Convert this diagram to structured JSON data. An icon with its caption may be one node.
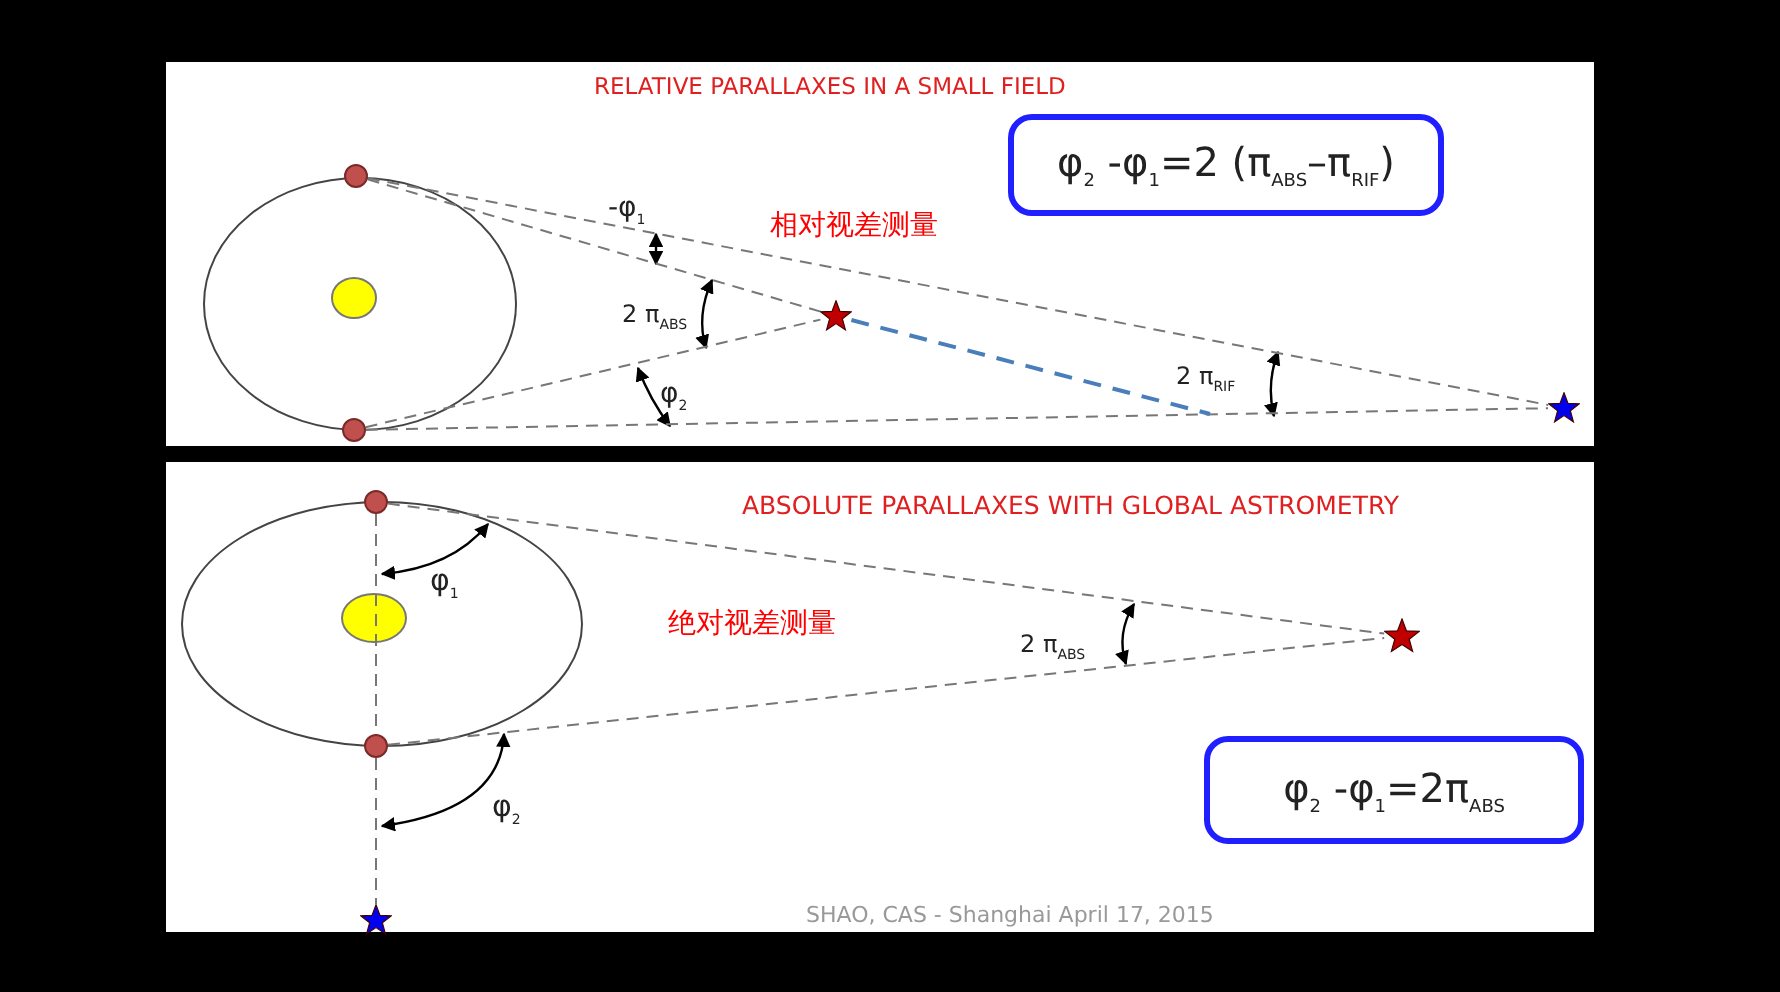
{
  "diagram": {
    "nodes": [
      {
        "text": [
          "φ$_{2}$ -φ$_{1}$=2 (π$_{ABS}$–π$_{RIF}$)"
        ]
      },
      {
        "text": [],
        "shape": "circle"
      },
      {
        "text": [],
        "shape": "star"
      },
      {
        "text": [],
        "shape": "circle"
      },
      {
        "text": [],
        "shape": "star"
      },
      {
        "text": [],
        "shape": "circle"
      },
      {
        "text": [],
        "shape": "star"
      },
      {
        "text": [
          "φ$_{2}$ -φ$_{1}$=2π$_{ABS}$"
        ]
      },
      {
        "text": [],
        "shape": "circle"
      },
      {
        "text": [],
        "shape": "star"
      }
    ],
    "edges": [
      {
        "from": 1,
        "to": 4,
        "arrow": "none",
        "style": "dashed"
      },
      {
        "from": 1,
        "to": 2,
        "arrow": "none",
        "style": "dashed"
      },
      {
        "from": 3,
        "to": 2,
        "arrow": "none",
        "style": "dashed"
      },
      {
        "from": 3,
        "to": 4,
        "arrow": "none",
        "style": "dashed"
      },
      {
        "from": 2,
        "to": null,
        "arrow": "none",
        "style": "dashed",
        "color": "#4a7ebb"
      },
      {
        "from": 5,
        "to": 6,
        "arrow": "none",
        "style": "dashed"
      },
      {
        "from": 8,
        "to": 6,
        "arrow": "none",
        "style": "dashed"
      },
      {
        "from": 5,
        "to": 8,
        "arrow": "none",
        "style": "dashed"
      },
      {
        "from": 8,
        "to": 9,
        "arrow": "none",
        "style": "dashed"
      }
    ],
    "labels": [
      "RELATIVE PARALLAXES IN A SMALL FIELD",
      "-φ$_{1}$",
      "相对视差测量",
      "2 π$_{ABS}$",
      "φ$_{2}$",
      "2 π$_{RIF}$",
      "ABSOLUTE PARALLAXES WITH GLOBAL ASTROMETRY",
      "φ$_{1}$",
      "绝对视差测量",
      "2 π$_{ABS}$",
      "φ$_{2}$",
      "SHAO, CAS - Shanghai April 17, 2015"
    ]
  }
}
